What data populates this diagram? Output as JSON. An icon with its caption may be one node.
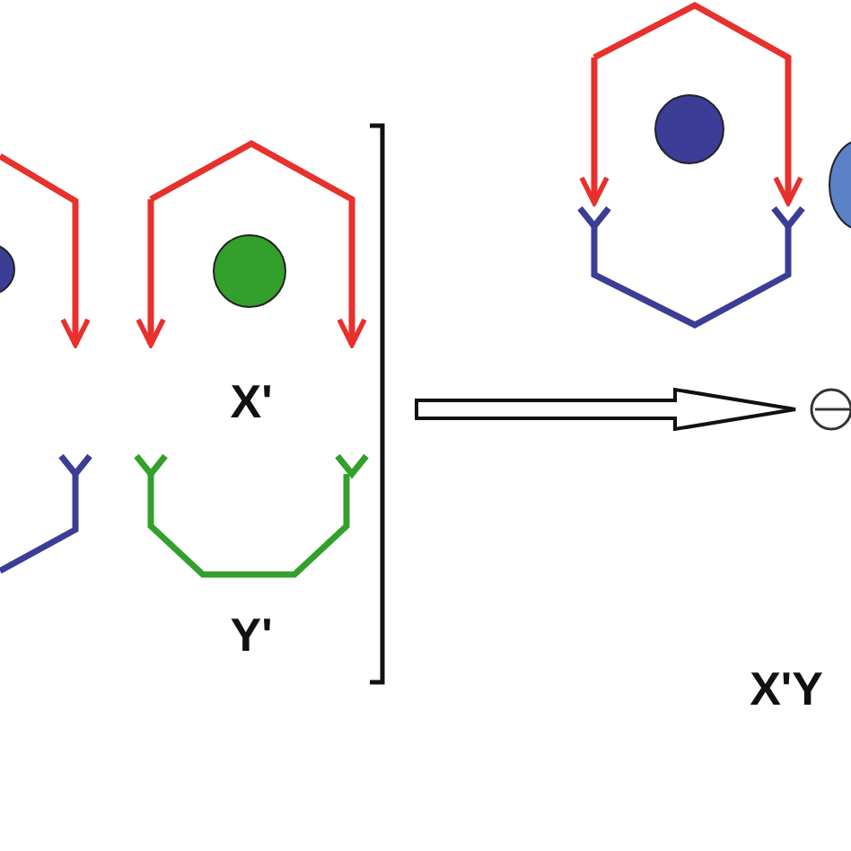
{
  "diagram": {
    "labels": [
      "X'",
      "Y'",
      "X'Y"
    ]
  }
}
